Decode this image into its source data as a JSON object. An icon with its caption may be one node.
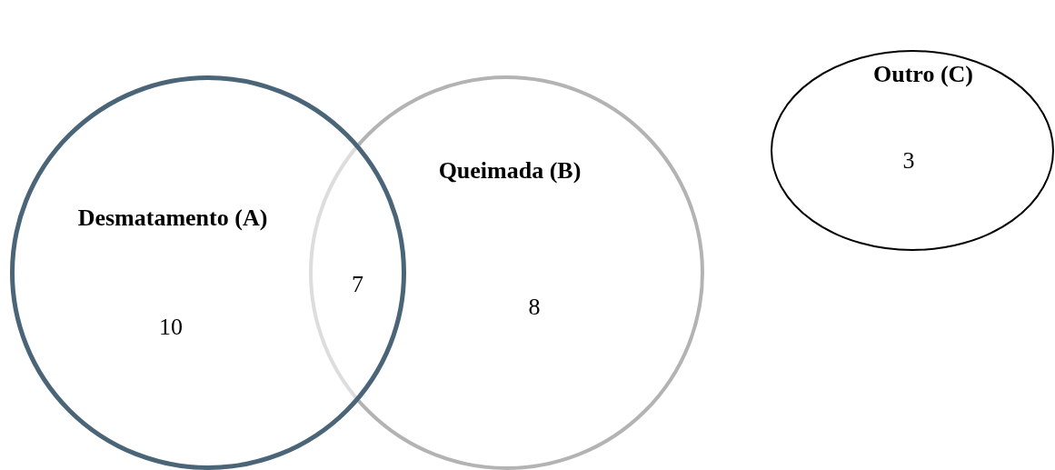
{
  "diagram": {
    "nodes": [
      {
        "text": [
          "Desmatamento (A)",
          "10"
        ]
      },
      {
        "text": [
          "Queimada (B)",
          "8"
        ]
      },
      {
        "text": [
          "Outro (C)",
          "3"
        ]
      }
    ],
    "labels": [
      "7"
    ]
  }
}
